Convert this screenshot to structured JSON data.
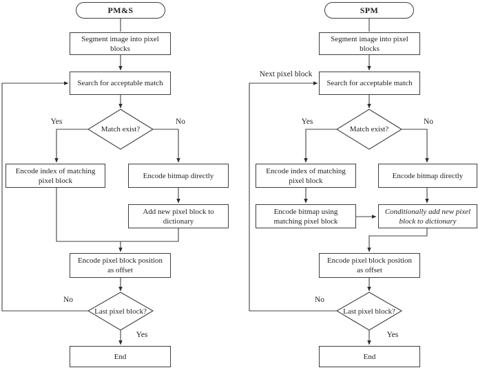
{
  "colors": {
    "background": "#ffffff",
    "line": "#3f3f3f",
    "text": "#1f1f1f"
  },
  "diagrams": [
    {
      "title": "PM&S",
      "nodes": {
        "segment": "Segment image into pixel blocks",
        "search": "Search for acceptable match",
        "match_decision": "Match exist?",
        "encode_index": "Encode index of matching pixel block",
        "encode_bitmap_direct": "Encode bitmap directly",
        "add_to_dictionary": "Add new pixel block to dictionary",
        "encode_offset": "Encode pixel block position as offset",
        "last_block_decision": "Last pixel block?",
        "end": "End"
      },
      "edge_labels": {
        "match_yes": "Yes",
        "match_no": "No",
        "last_no": "No",
        "last_yes": "Yes"
      }
    },
    {
      "title": "SPM",
      "nodes": {
        "segment": "Segment image into pixel blocks",
        "search": "Search for acceptable match",
        "match_decision": "Match exist?",
        "encode_index": "Encode index of matching pixel block",
        "encode_bitmap_direct": "Encode bitmap directly",
        "encode_bitmap_matching": "Encode bitmap using matching pixel block",
        "conditional_add": "Conditionally add new pixel block to dictionary",
        "encode_offset": "Encode pixel block position as offset",
        "last_block_decision": "Last pixel block?",
        "end": "End"
      },
      "edge_labels": {
        "next_block": "Next pixel block",
        "match_yes": "Yes",
        "match_no": "No",
        "last_no": "No",
        "last_yes": "Yes"
      }
    }
  ]
}
